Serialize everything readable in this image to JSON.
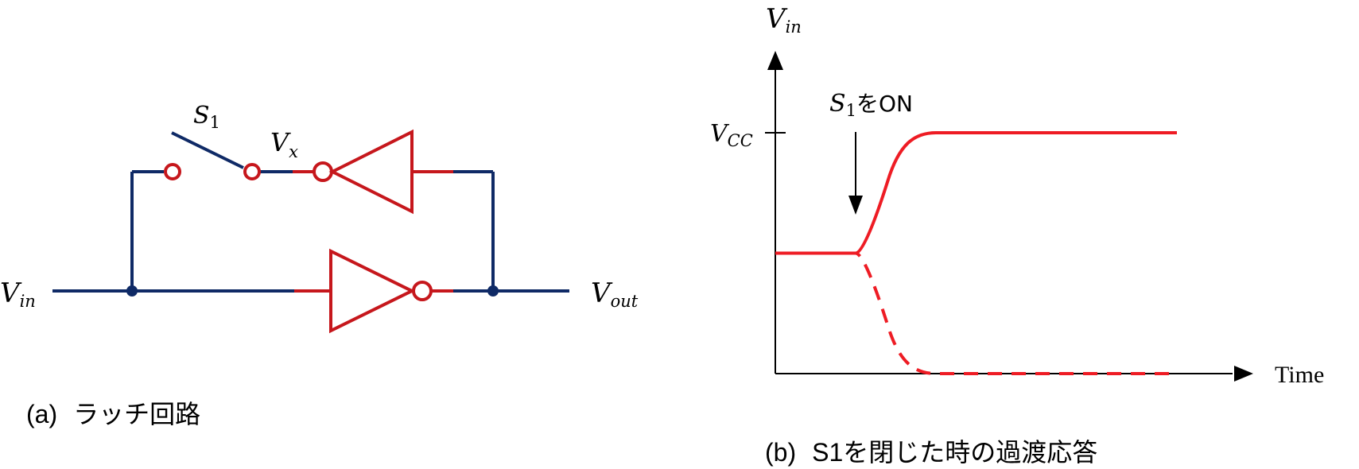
{
  "colors": {
    "wire": "#0f2a66",
    "component": "#c6171c",
    "curve": "#ee1c24",
    "axis": "#000000"
  },
  "circuit": {
    "labels": {
      "vin_main": "V",
      "vin_sub": "in",
      "vout_main": "V",
      "vout_sub": "out",
      "s1_main": "S",
      "s1_sub": "1",
      "vx_main": "V",
      "vx_sub": "x"
    },
    "caption_prefix": "(a)",
    "caption_text": "ラッチ回路"
  },
  "graph": {
    "y_axis_main": "V",
    "y_axis_sub": "in",
    "x_axis_label": "Time",
    "vcc_main": "V",
    "vcc_sub": "CC",
    "annotation_main": "S",
    "annotation_sub": "1",
    "annotation_suffix": "をON",
    "caption_prefix": "(b)",
    "caption_text": "S1を閉じた時の過渡応答"
  },
  "chart_data": {
    "type": "line",
    "title": "",
    "xlabel": "Time",
    "ylabel": "Vin",
    "y_markers": [
      {
        "label": "VCC",
        "value": 1.0
      }
    ],
    "annotations": [
      {
        "text": "S1をON",
        "x": 0.2,
        "style": "down-arrow"
      }
    ],
    "x": [
      0,
      0.2,
      0.28,
      0.4,
      1.0
    ],
    "series": [
      {
        "name": "rise (solid)",
        "style": "solid",
        "values": [
          0.5,
          0.5,
          0.8,
          1.0,
          1.0
        ]
      },
      {
        "name": "fall (dashed)",
        "style": "dashed",
        "values": [
          0.5,
          0.5,
          0.2,
          0.0,
          0.0
        ]
      }
    ],
    "xlim": [
      0,
      1
    ],
    "ylim": [
      0,
      1
    ]
  }
}
